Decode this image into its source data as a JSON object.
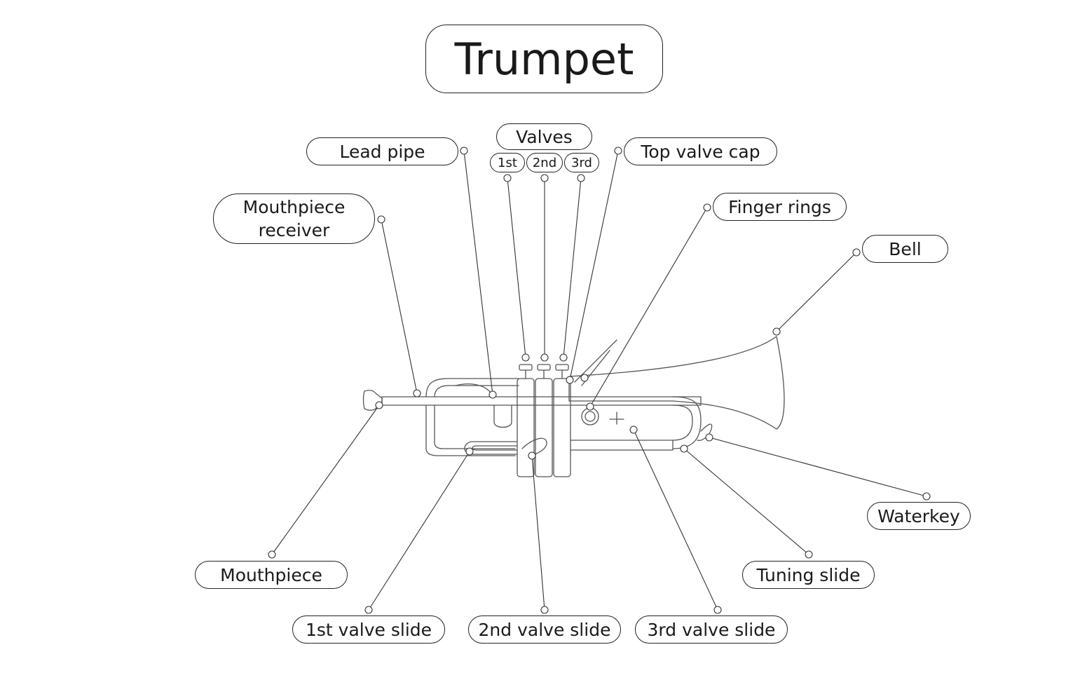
{
  "title": "Trumpet",
  "labels": {
    "lead_pipe": "Lead pipe",
    "valves": "Valves",
    "valve_1": "1st",
    "valve_2": "2nd",
    "valve_3": "3rd",
    "top_valve_cap": "Top valve cap",
    "mouthpiece_receiver_line1": "Mouthpiece",
    "mouthpiece_receiver_line2": "receiver",
    "finger_rings": "Finger rings",
    "bell": "Bell",
    "waterkey": "Waterkey",
    "mouthpiece": "Mouthpiece",
    "tuning_slide": "Tuning slide",
    "first_valve_slide": "1st valve slide",
    "second_valve_slide": "2nd valve slide",
    "third_valve_slide": "3rd valve slide"
  }
}
